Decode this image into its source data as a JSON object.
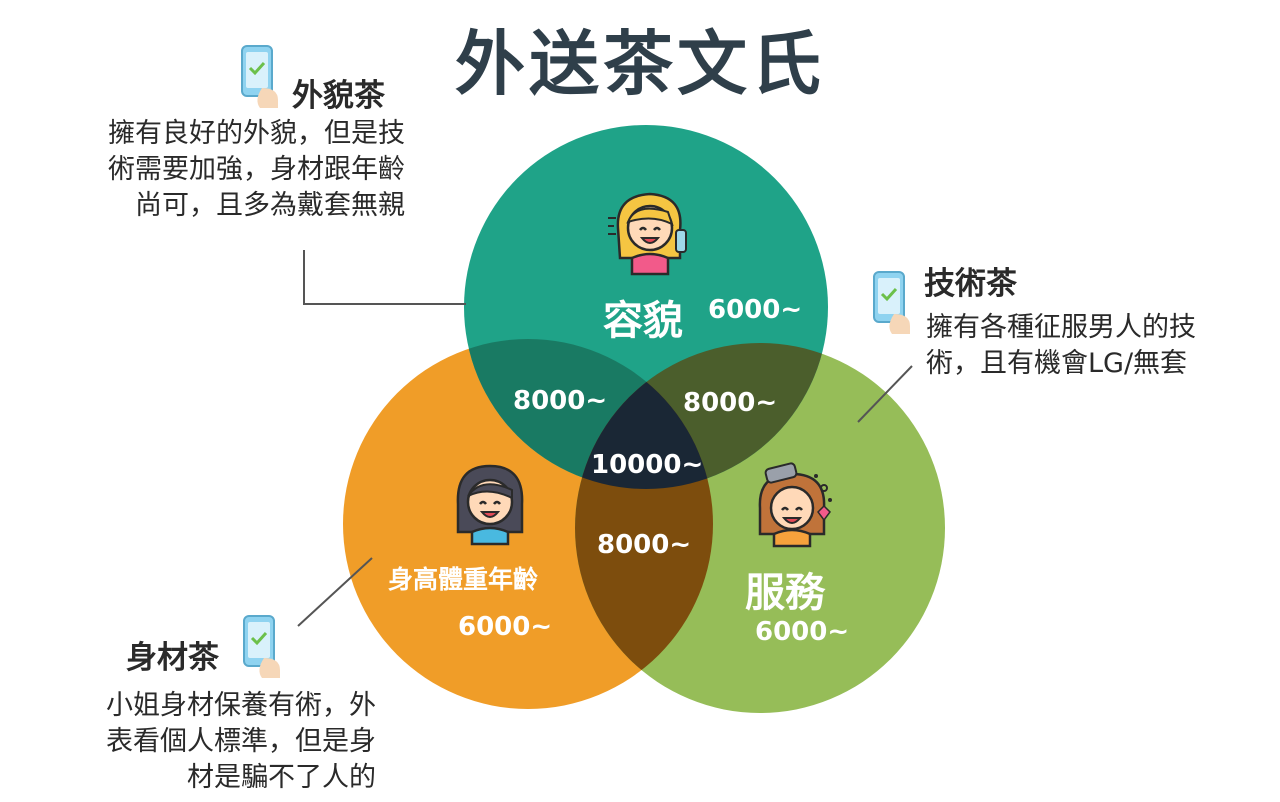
{
  "title": "外送茶文氏圖",
  "circles": {
    "top": {
      "name": "容貌",
      "price": "6000~",
      "color": "#1fa388"
    },
    "left": {
      "name": "身高體重年齡",
      "price": "6000~",
      "color": "#f09d28"
    },
    "right": {
      "name": "服務",
      "price": "6000~",
      "color": "#96bd58"
    }
  },
  "overlaps": {
    "top_left": {
      "price": "8000~",
      "color": "#197a63"
    },
    "top_right": {
      "price": "8000~",
      "color": "#4b5e2c"
    },
    "left_right": {
      "price": "8000~",
      "color": "#7d4d0d"
    },
    "center": {
      "price": "10000~",
      "color": "#1a2735"
    }
  },
  "annotations": {
    "appearance_tea": {
      "heading": "外貌茶",
      "lines": [
        "擁有良好的外貌，但是技",
        "術需要加強，身材跟年齡",
        "尚可，且多為戴套無親"
      ]
    },
    "skill_tea": {
      "heading": "技術茶",
      "lines": [
        "擁有各種征服男人的技",
        "術，且有機會LG/無套"
      ]
    },
    "body_tea": {
      "heading": "身材茶",
      "lines": [
        "小姐身材保養有術，外",
        "表看個人標準，但是身",
        "材是騙不了人的"
      ]
    }
  },
  "icons": [
    "phone-check-icon",
    "blonde-girl-icon",
    "dark-hair-girl-icon",
    "brown-hair-girl-icon"
  ]
}
